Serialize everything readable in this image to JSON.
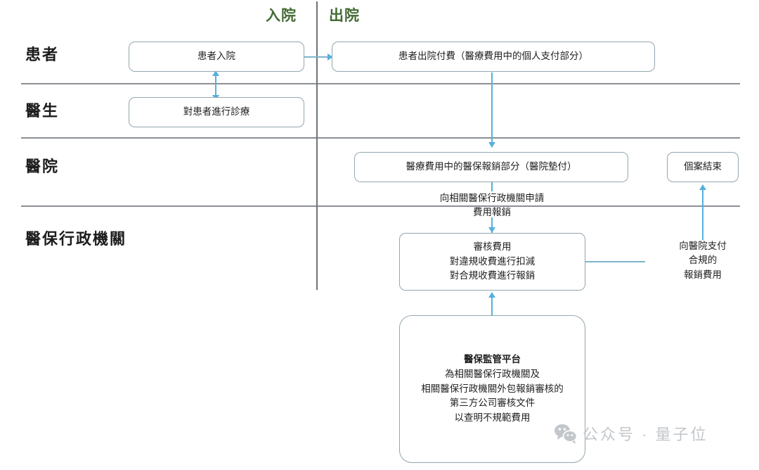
{
  "diagram": {
    "columns": [
      {
        "key": "admission",
        "label": "入院"
      },
      {
        "key": "discharge",
        "label": "出院"
      }
    ],
    "lanes": [
      {
        "key": "patient",
        "label": "患者"
      },
      {
        "key": "doctor",
        "label": "醫生"
      },
      {
        "key": "hospital",
        "label": "醫院"
      },
      {
        "key": "insurance",
        "label": "醫保行政機關"
      }
    ],
    "nodes": {
      "patient_admit": "患者入院",
      "patient_discharge": "患者出院付費（醫療費用中的個人支付部分）",
      "doctor_treat": "對患者進行診療",
      "hospital_advance": "醫療費用中的醫保報銷部分（醫院墊付）",
      "case_closed": "個案結束",
      "audit_line1": "審核費用",
      "audit_line2": "對違規收費進行扣減",
      "audit_line3": "對合規收費進行報銷",
      "platform_title": "醫保監管平台",
      "platform_line1": "為相關醫保行政機關及",
      "platform_line2": "相關醫保行政機關外包報銷審核的",
      "platform_line3": "第三方公司審核文件",
      "platform_line4": "以查明不規範費用"
    },
    "edge_labels": {
      "apply_reimbursement": "向相關醫保行政機關申請\n費用報銷",
      "pay_hospital": "向醫院支付\n合規的\n報銷費用"
    },
    "colors": {
      "header_green": "#436b34",
      "node_border": "#93a6ae",
      "connector_blue": "#56b0dc",
      "lane_divider": "#8b8f94",
      "column_divider": "#6d7278",
      "watermark_gray": "#c3c7cb"
    }
  },
  "watermark": {
    "text": "公众号 · 量子位",
    "icon": "wechat-icon"
  }
}
